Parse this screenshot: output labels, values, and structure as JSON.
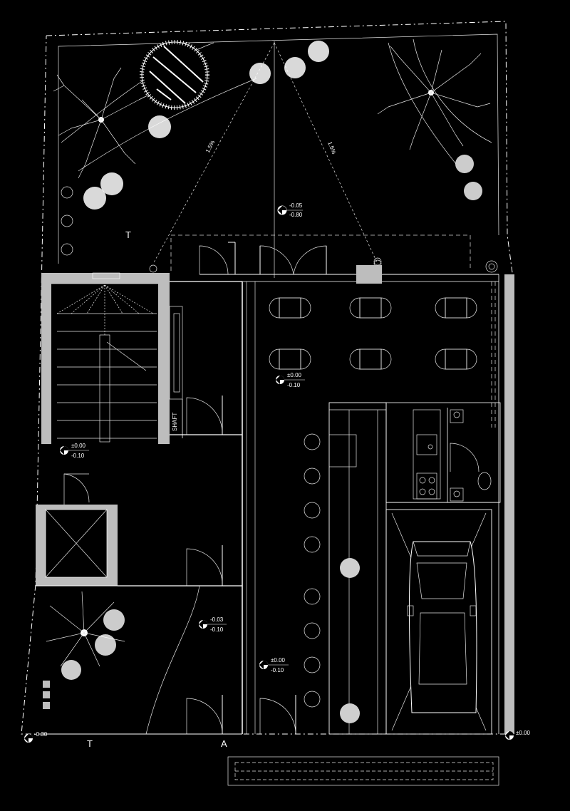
{
  "colors": {
    "background": "#000000",
    "lines": "#ffffff",
    "walls": "#bdbdbd"
  },
  "labels": {
    "shaft": "SHAFT",
    "section_marker_1": "T",
    "section_marker_2": "T",
    "section_marker_3": "A",
    "slope_1": "1.5%",
    "slope_2": "1.5%"
  },
  "levels": {
    "garden_top_upper": "-0.05",
    "garden_top_lower": "-0.80",
    "stair_upper": "±0.00",
    "stair_lower": "-0.10",
    "cafe_upper": "±0.00",
    "cafe_lower": "-0.10",
    "courtyard_upper": "-0.03",
    "courtyard_lower": "-0.10",
    "corridor_upper": "±0.00",
    "corridor_lower": "-0.10",
    "corner_left": "-0.30",
    "corner_right": "±0.00"
  }
}
